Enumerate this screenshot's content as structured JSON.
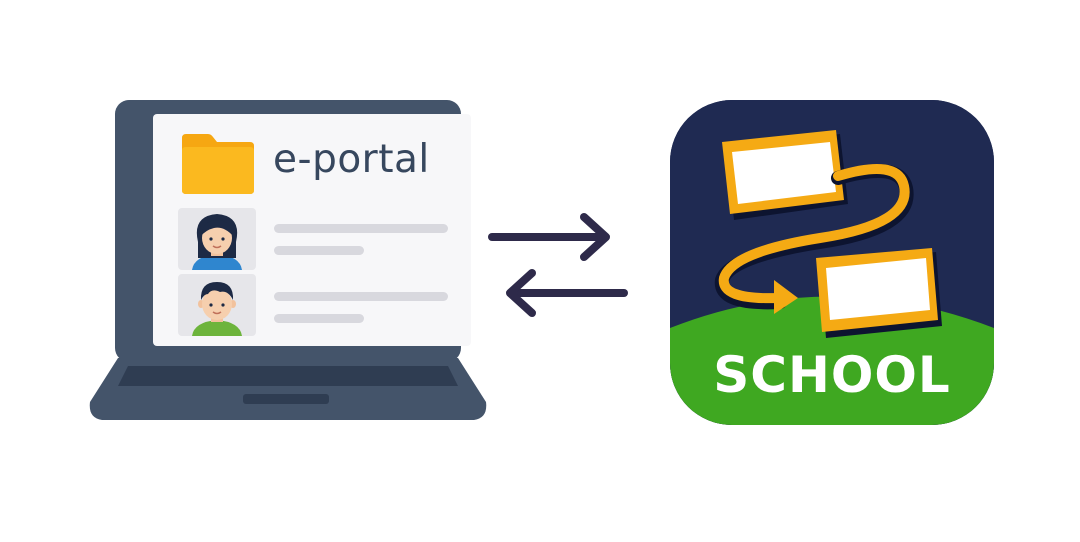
{
  "laptop": {
    "app_title": "e-portal",
    "users": [
      {
        "kind": "female"
      },
      {
        "kind": "male"
      }
    ]
  },
  "sync": {
    "icons": [
      "arrow-right-icon",
      "arrow-left-icon"
    ]
  },
  "school_app": {
    "label": "SCHOOL"
  },
  "colors": {
    "laptop_body": "#44546a",
    "folder": "#fbb21a",
    "arrow": "#2e2a4a",
    "app_background": "#1f2a52",
    "app_ground": "#3fa821",
    "app_accent": "#f5aa14"
  }
}
